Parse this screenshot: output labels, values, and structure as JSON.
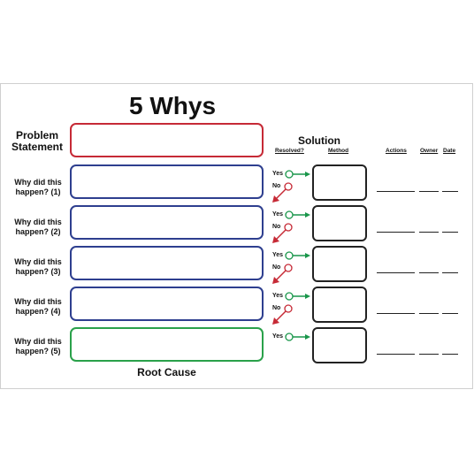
{
  "title": "5 Whys",
  "problem_label": "Problem Statement",
  "why_labels": [
    "Why did this happen? (1)",
    "Why did this happen? (2)",
    "Why did this happen? (3)",
    "Why did this happen? (4)",
    "Why did this happen? (5)"
  ],
  "root_cause_label": "Root Cause",
  "solution_label": "Solution",
  "column_headers": {
    "resolved": "Resolved?",
    "method": "Method",
    "actions": "Actions",
    "owner": "Owner",
    "date": "Date"
  },
  "yes_label": "Yes",
  "no_label": "No",
  "colors": {
    "problem_box": "#c62a36",
    "why_box": "#2e3f8f",
    "root_box": "#2aa14a",
    "yes_arrow": "#19964a",
    "no_arrow": "#c62a36"
  }
}
